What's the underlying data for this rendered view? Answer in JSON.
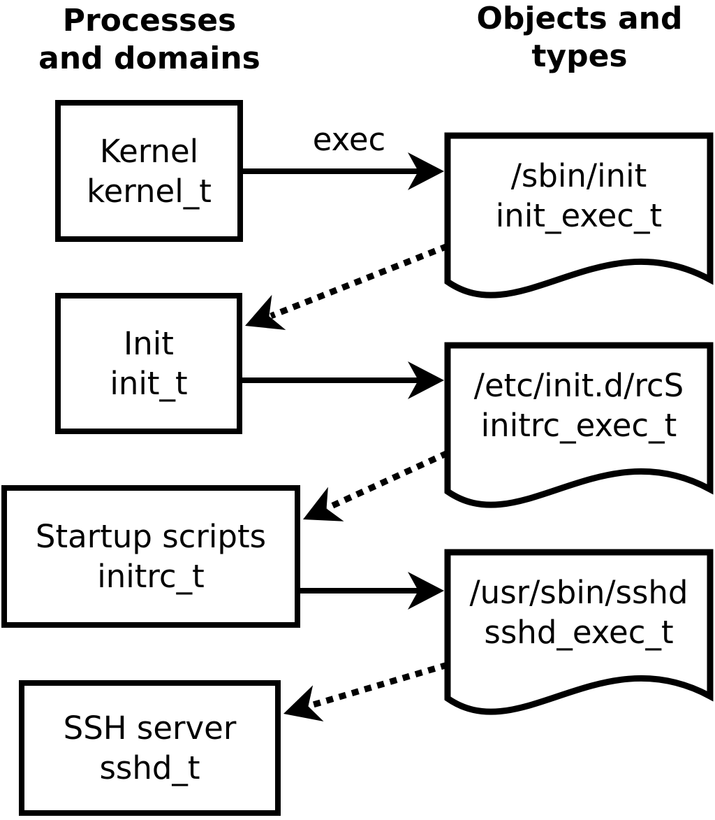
{
  "columns": {
    "left": {
      "line1": "Processes",
      "line2": "and domains"
    },
    "right": {
      "line1": "Objects and",
      "line2": "types"
    }
  },
  "process_boxes": [
    {
      "label": "Kernel",
      "type_label": "kernel_t"
    },
    {
      "label": "Init",
      "type_label": "init_t"
    },
    {
      "label": "Startup scripts",
      "type_label": "initrc_t"
    },
    {
      "label": "SSH server",
      "type_label": "sshd_t"
    }
  ],
  "object_docs": [
    {
      "path": "/sbin/init",
      "type_label": "init_exec_t"
    },
    {
      "path": "/etc/init.d/rcS",
      "type_label": "initrc_exec_t"
    },
    {
      "path": "/usr/sbin/sshd",
      "type_label": "sshd_exec_t"
    }
  ],
  "edge_labels": {
    "exec": "exec"
  },
  "colors": {
    "ink": "#000000",
    "background": "#ffffff"
  }
}
